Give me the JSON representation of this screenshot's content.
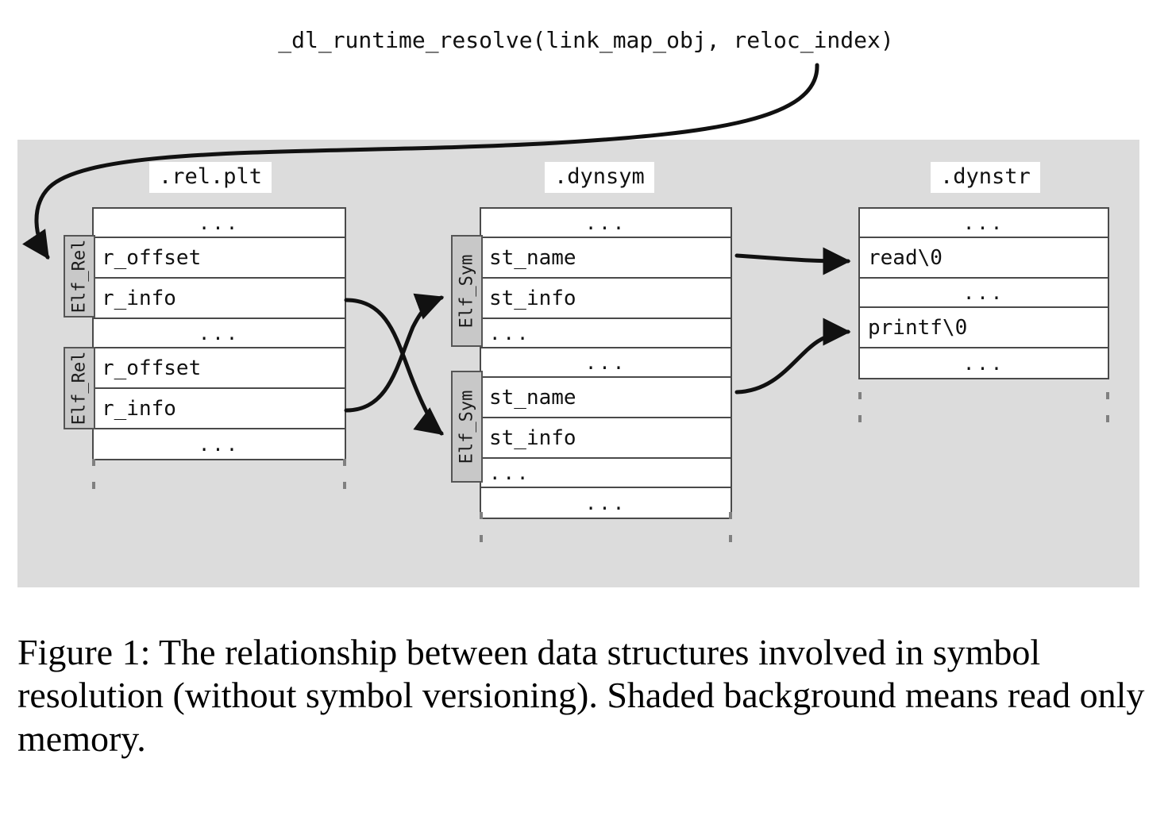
{
  "figure": {
    "call_title": "_dl_runtime_resolve(link_map_obj, reloc_index)",
    "caption": "Figure 1: The relationship between data structures involved in symbol resolution (without symbol versioning). Shaded background means read only memory.",
    "colors": {
      "readonly_background": "#dcdcdc",
      "struct_tab_fill": "#c8c8c8",
      "table_border": "#4a4a4a",
      "table_fill": "#ffffff",
      "arrow": "#111111",
      "dashed_guide": "#808080",
      "page_background": "#ffffff"
    },
    "ellipsis": "...",
    "readonly_note": "Shaded background means read only memory."
  },
  "sections": [
    {
      "name": ".rel.plt",
      "struct_tabs": [
        {
          "label": "Elf_Rel"
        },
        {
          "label": "Elf_Rel"
        }
      ],
      "rows": [
        {
          "text": "...",
          "align": "center"
        },
        {
          "text": "r_offset",
          "align": "left"
        },
        {
          "text": "r_info",
          "align": "left"
        },
        {
          "text": "...",
          "align": "center"
        },
        {
          "text": "r_offset",
          "align": "left"
        },
        {
          "text": "r_info",
          "align": "left"
        },
        {
          "text": "...",
          "align": "center"
        }
      ]
    },
    {
      "name": ".dynsym",
      "struct_tabs": [
        {
          "label": "Elf_Sym"
        },
        {
          "label": "Elf_Sym"
        }
      ],
      "rows": [
        {
          "text": "...",
          "align": "center"
        },
        {
          "text": "st_name",
          "align": "left"
        },
        {
          "text": "st_info",
          "align": "left"
        },
        {
          "text": "...",
          "align": "left"
        },
        {
          "text": "...",
          "align": "center"
        },
        {
          "text": "st_name",
          "align": "left"
        },
        {
          "text": "st_info",
          "align": "left"
        },
        {
          "text": "...",
          "align": "left"
        },
        {
          "text": "...",
          "align": "center"
        }
      ]
    },
    {
      "name": ".dynstr",
      "struct_tabs": [],
      "rows": [
        {
          "text": "...",
          "align": "center"
        },
        {
          "text": "read\\0",
          "align": "left"
        },
        {
          "text": "...",
          "align": "center"
        },
        {
          "text": "printf\\0",
          "align": "left"
        },
        {
          "text": "...",
          "align": "center"
        }
      ]
    }
  ],
  "arrows": [
    {
      "name": "resolve-call-to-first-elf-rel",
      "from": "_dl_runtime_resolve(link_map_obj, reloc_index)",
      "to": ".rel.plt Elf_Rel #1"
    },
    {
      "name": "rel1-rinfo-to-sym2",
      "from": ".rel.plt r_info #1",
      "to": ".dynsym Elf_Sym #2"
    },
    {
      "name": "rel2-rinfo-to-sym1",
      "from": ".rel.plt r_info #2",
      "to": ".dynsym Elf_Sym #1"
    },
    {
      "name": "sym1-stname-to-read",
      "from": ".dynsym st_name #1",
      "to": ".dynstr read\\0"
    },
    {
      "name": "sym2-stname-to-printf",
      "from": ".dynsym st_name #2",
      "to": ".dynstr printf\\0"
    }
  ]
}
